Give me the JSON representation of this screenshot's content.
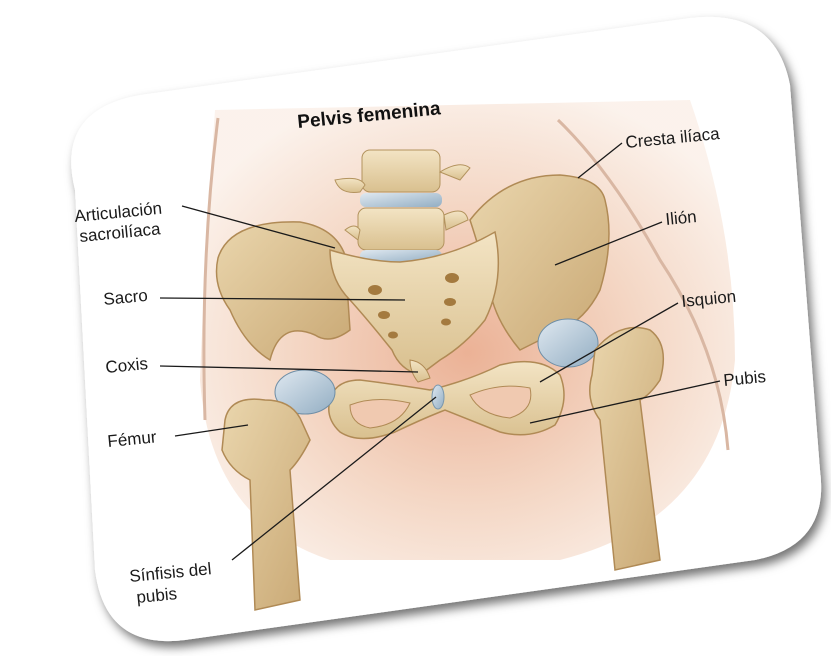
{
  "title": "Pelvis femenina",
  "labels": {
    "articulacion_line1": "Articulación",
    "articulacion_line2": "sacroilíaca",
    "sacro": "Sacro",
    "coxis": "Coxis",
    "femur": "Fémur",
    "sinfisis_line1": "Sínfisis del",
    "sinfisis_line2": "pubis",
    "cresta": "Cresta ilíaca",
    "ilion": "Ilión",
    "isquion": "Isquion",
    "pubis": "Pubis"
  }
}
